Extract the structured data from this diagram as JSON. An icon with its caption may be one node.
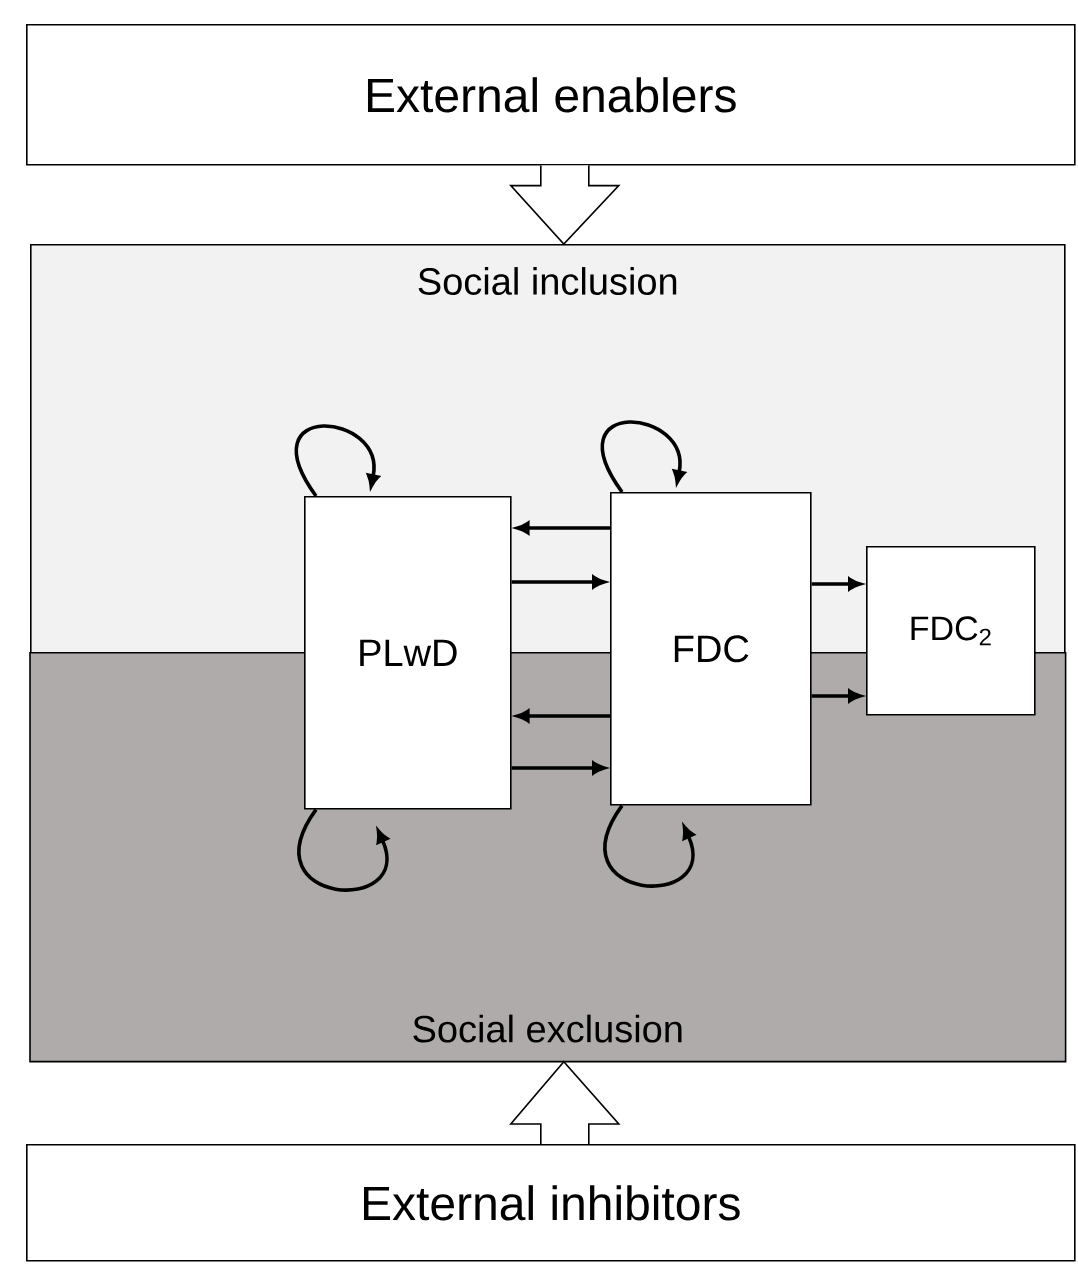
{
  "diagram": {
    "nodes": [
      {
        "text": [
          "External enablers"
        ]
      },
      {
        "text": [
          "Social inclusion",
          "Social exclusion"
        ]
      },
      {
        "text": [
          "PLwD"
        ],
        "in": 1
      },
      {
        "text": [
          "FDC"
        ],
        "in": 1
      },
      {
        "text": [
          "FDC$_{2}$"
        ],
        "in": 1
      },
      {
        "text": [
          "External inhibitors"
        ]
      }
    ],
    "edges": [
      {
        "from": 0,
        "to": 1,
        "arrow": "to"
      },
      {
        "from": 5,
        "to": 1,
        "arrow": "to"
      },
      {
        "from": 2,
        "to": 2,
        "arrow": "to"
      },
      {
        "from": 2,
        "to": 2,
        "arrow": "to"
      },
      {
        "from": 3,
        "to": 3,
        "arrow": "to"
      },
      {
        "from": 3,
        "to": 3,
        "arrow": "to"
      },
      {
        "from": 3,
        "to": 2,
        "arrow": "to"
      },
      {
        "from": 2,
        "to": 3,
        "arrow": "to"
      },
      {
        "from": 3,
        "to": 2,
        "arrow": "to"
      },
      {
        "from": 2,
        "to": 3,
        "arrow": "to"
      },
      {
        "from": 3,
        "to": 4,
        "arrow": "to"
      },
      {
        "from": 3,
        "to": 4,
        "arrow": "to"
      }
    ]
  }
}
